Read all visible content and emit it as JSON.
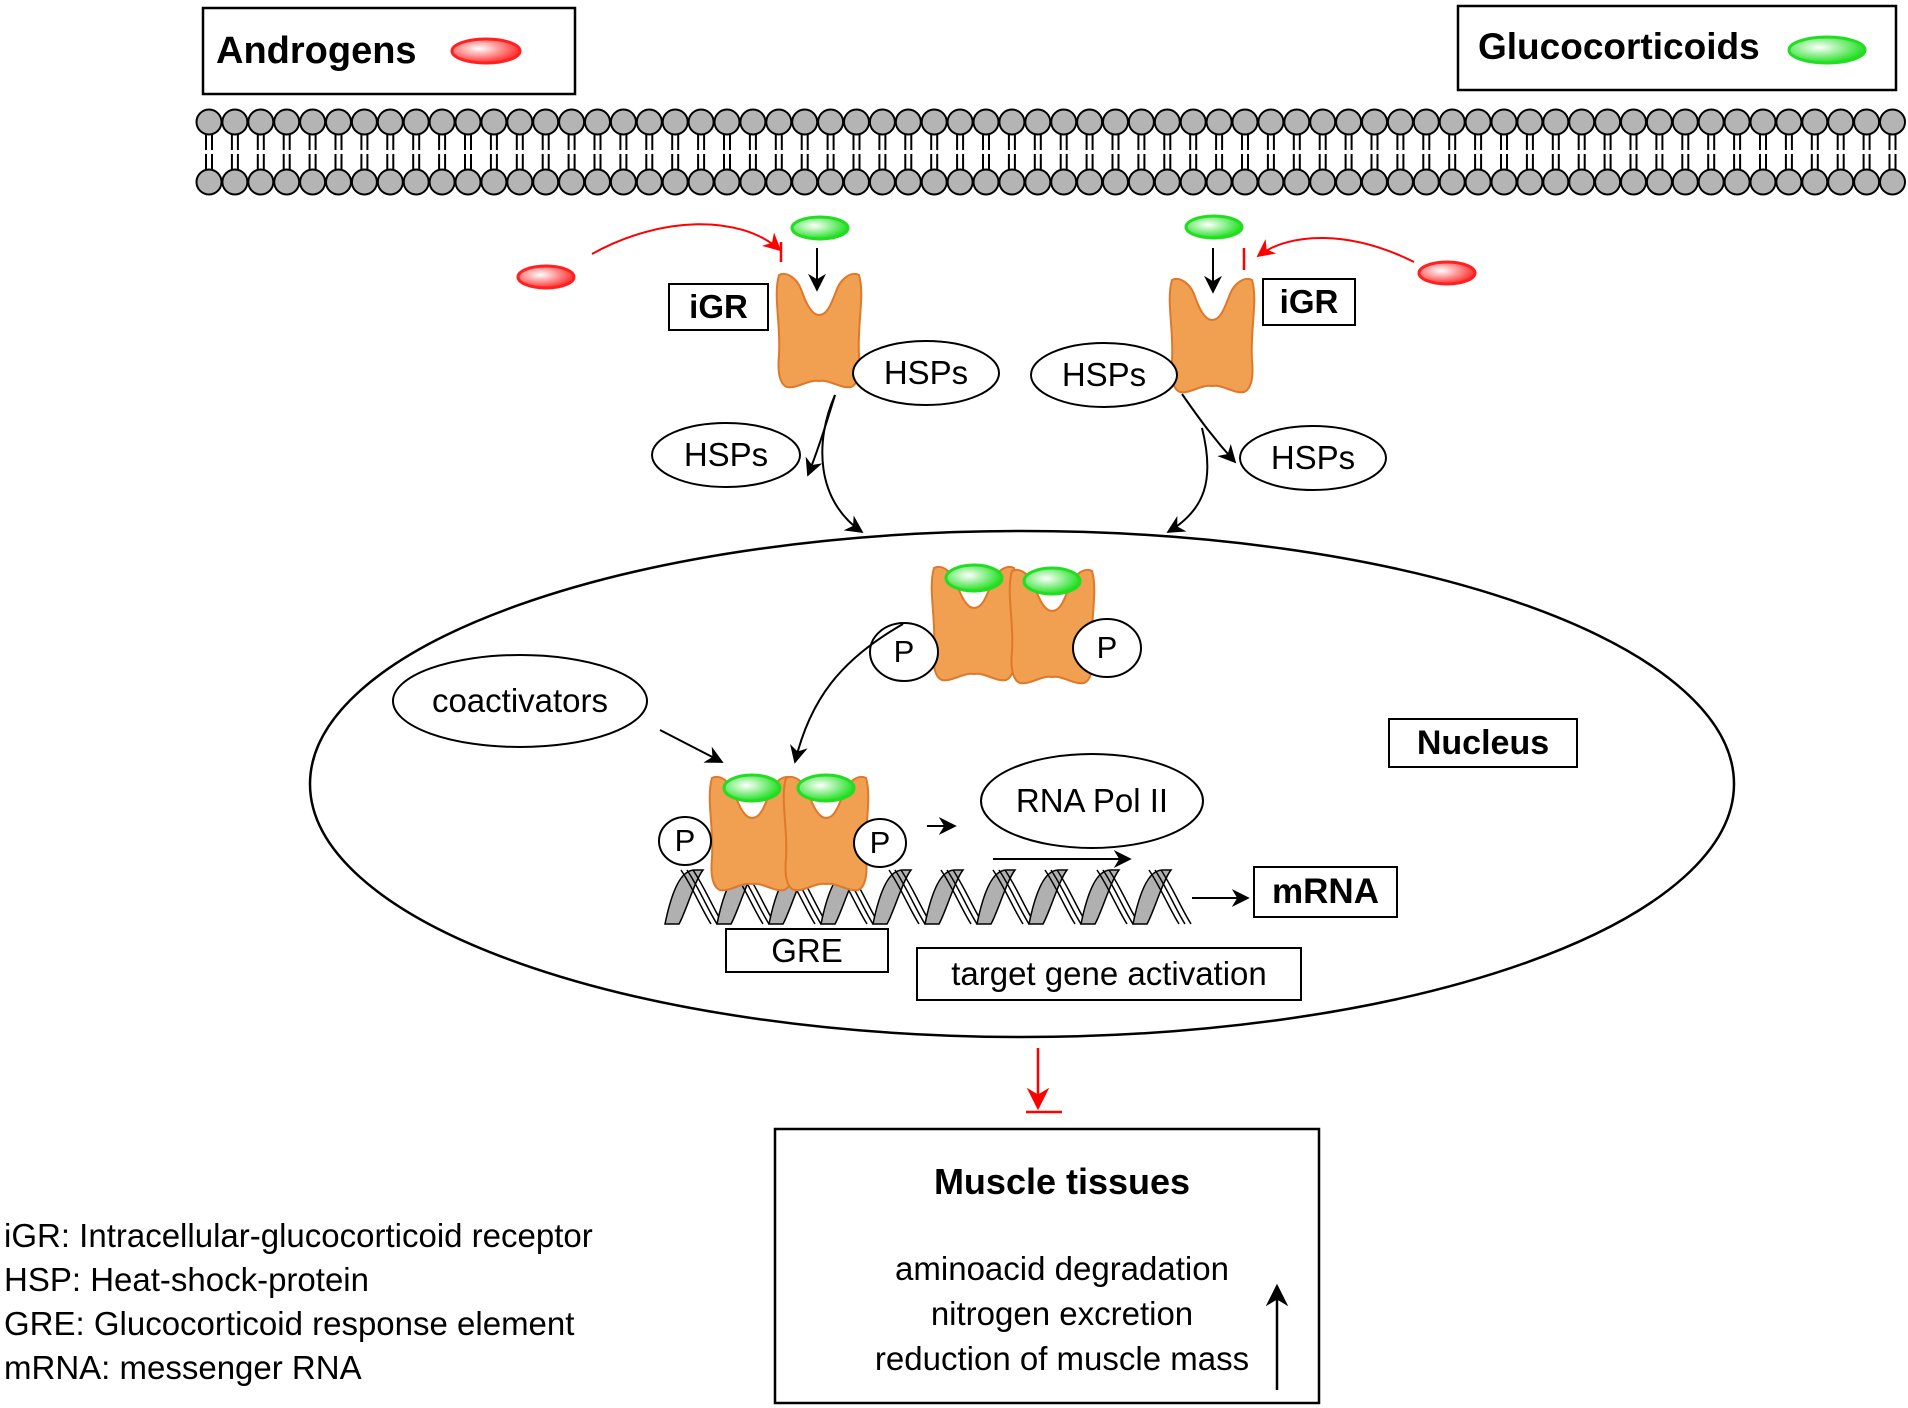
{
  "legend_top": {
    "androgens": {
      "label": "Androgens",
      "color": "#ff2020"
    },
    "glucocorticoids": {
      "label": "Glucocorticoids",
      "color": "#22dd22"
    }
  },
  "receptor_left": {
    "label": "iGR",
    "hsp_bound": "HSPs",
    "hsp_released": "HSPs"
  },
  "receptor_right": {
    "label": "iGR",
    "hsp_bound": "HSPs",
    "hsp_released": "HSPs"
  },
  "nucleus": {
    "label": "Nucleus",
    "phospho": [
      "P",
      "P",
      "P",
      "P"
    ],
    "coactivators": "coactivators",
    "rna_pol": "RNA Pol II",
    "gre": "GRE",
    "target_gene": "target gene activation",
    "mrna": "mRNA"
  },
  "muscle": {
    "title": "Muscle tissues",
    "effects": [
      "aminoacid degradation",
      "nitrogen excretion",
      "reduction of muscle mass"
    ],
    "trend": "increase"
  },
  "abbreviations": [
    "iGR: Intracellular-glucocorticoid receptor",
    "HSP: Heat-shock-protein",
    "GRE: Glucocorticoid response element",
    "mRNA: messenger RNA"
  ],
  "colors": {
    "receptor": "#f0a050",
    "receptor_edge": "#e0782a",
    "membrane_head": "#b4b4b4",
    "inhibition": "#ff0000"
  }
}
